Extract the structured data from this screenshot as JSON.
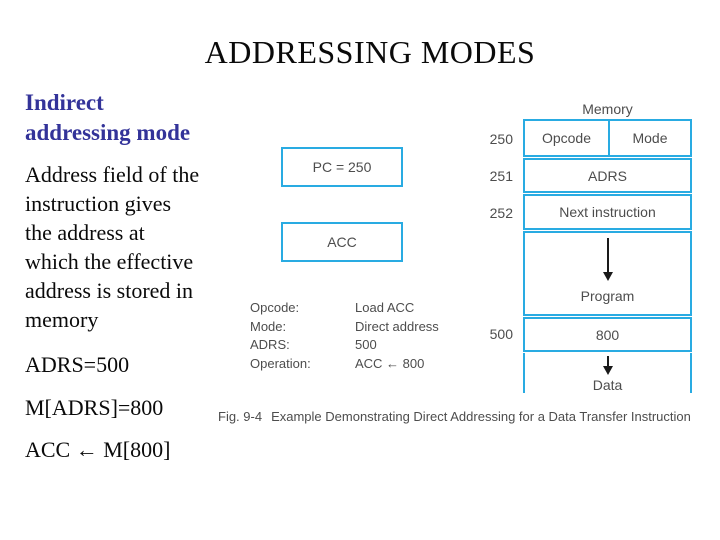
{
  "title": "ADDRESSING MODES",
  "left_panel": {
    "heading": "Indirect\naddressing mode",
    "paragraph": "Address field of the\ninstruction gives\nthe address at\nwhich the effective\naddress is stored in\nmemory",
    "equations": [
      "ADRS=500",
      "M[ADRS]=800",
      "ACC ← M[800]"
    ]
  },
  "registers": {
    "pc_box": "PC = 250",
    "acc_box": "ACC"
  },
  "instruction_info": {
    "rows": [
      {
        "label": "Opcode:",
        "value": "Load ACC"
      },
      {
        "label": "Mode:",
        "value": "Direct address"
      },
      {
        "label": "ADRS:",
        "value": "500"
      },
      {
        "label": "Operation:",
        "value": "ACC ← 800"
      }
    ]
  },
  "memory_diagram": {
    "label": "Memory",
    "rows": [
      {
        "address": "250",
        "cells": [
          "Opcode",
          "Mode"
        ]
      },
      {
        "address": "251",
        "cells": [
          "ADRS"
        ]
      },
      {
        "address": "252",
        "cells": [
          "Next instruction"
        ]
      },
      {
        "address": "",
        "cells": [
          "Program"
        ],
        "arrow": "down"
      },
      {
        "address": "500",
        "cells": [
          "800"
        ]
      },
      {
        "address": "",
        "cells": [
          "Data"
        ],
        "arrow": "down"
      }
    ],
    "border_color": "#29ABE2",
    "arrow_color": "#1a1a1a"
  },
  "caption": {
    "fig": "Fig. 9-4",
    "text": "Example Demonstrating Direct Addressing for a Data Transfer Instruction"
  },
  "colors": {
    "accent_cyan": "#29ABE2",
    "heading_blue": "#333399",
    "diagram_text": "#4D4D4D"
  }
}
